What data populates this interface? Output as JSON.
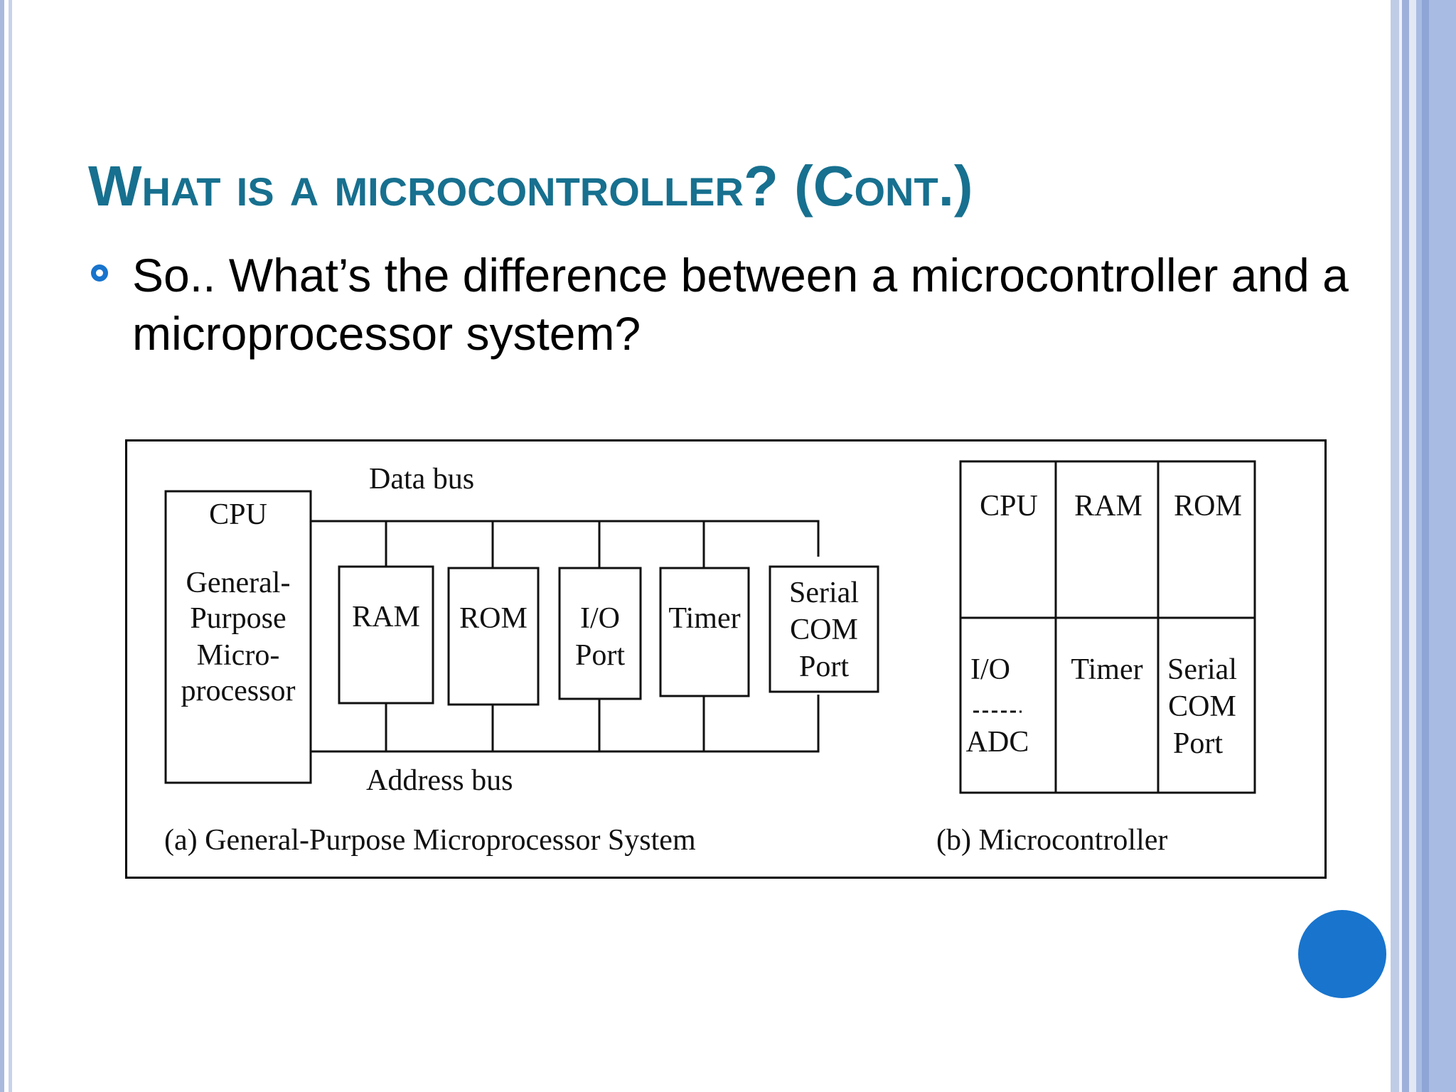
{
  "slide": {
    "title": "What is a microcontroller? (Cont.)",
    "bullet": "So.. What’s the difference between a microcontroller and a microprocessor system?"
  },
  "figure": {
    "a": {
      "data_bus": "Data bus",
      "address_bus": "Address bus",
      "cpu": "CPU",
      "cpu_desc": [
        "General-",
        "Purpose",
        "Micro-",
        "processor"
      ],
      "modules": {
        "ram": "RAM",
        "rom": "ROM",
        "io": [
          "I/O",
          "Port"
        ],
        "timer": "Timer",
        "serial": [
          "Serial",
          "COM",
          "Port"
        ]
      },
      "caption": "(a) General-Purpose Microprocessor System"
    },
    "b": {
      "cpu": "CPU",
      "ram": "RAM",
      "rom": "ROM",
      "io": "I/O",
      "io_sep": "-----",
      "adc": "ADC",
      "timer": "Timer",
      "serial": [
        "Serial",
        "COM",
        "Port"
      ],
      "caption": "(b) Microcontroller"
    }
  },
  "colors": {
    "title": "#17708f",
    "accent": "#1874cd"
  }
}
